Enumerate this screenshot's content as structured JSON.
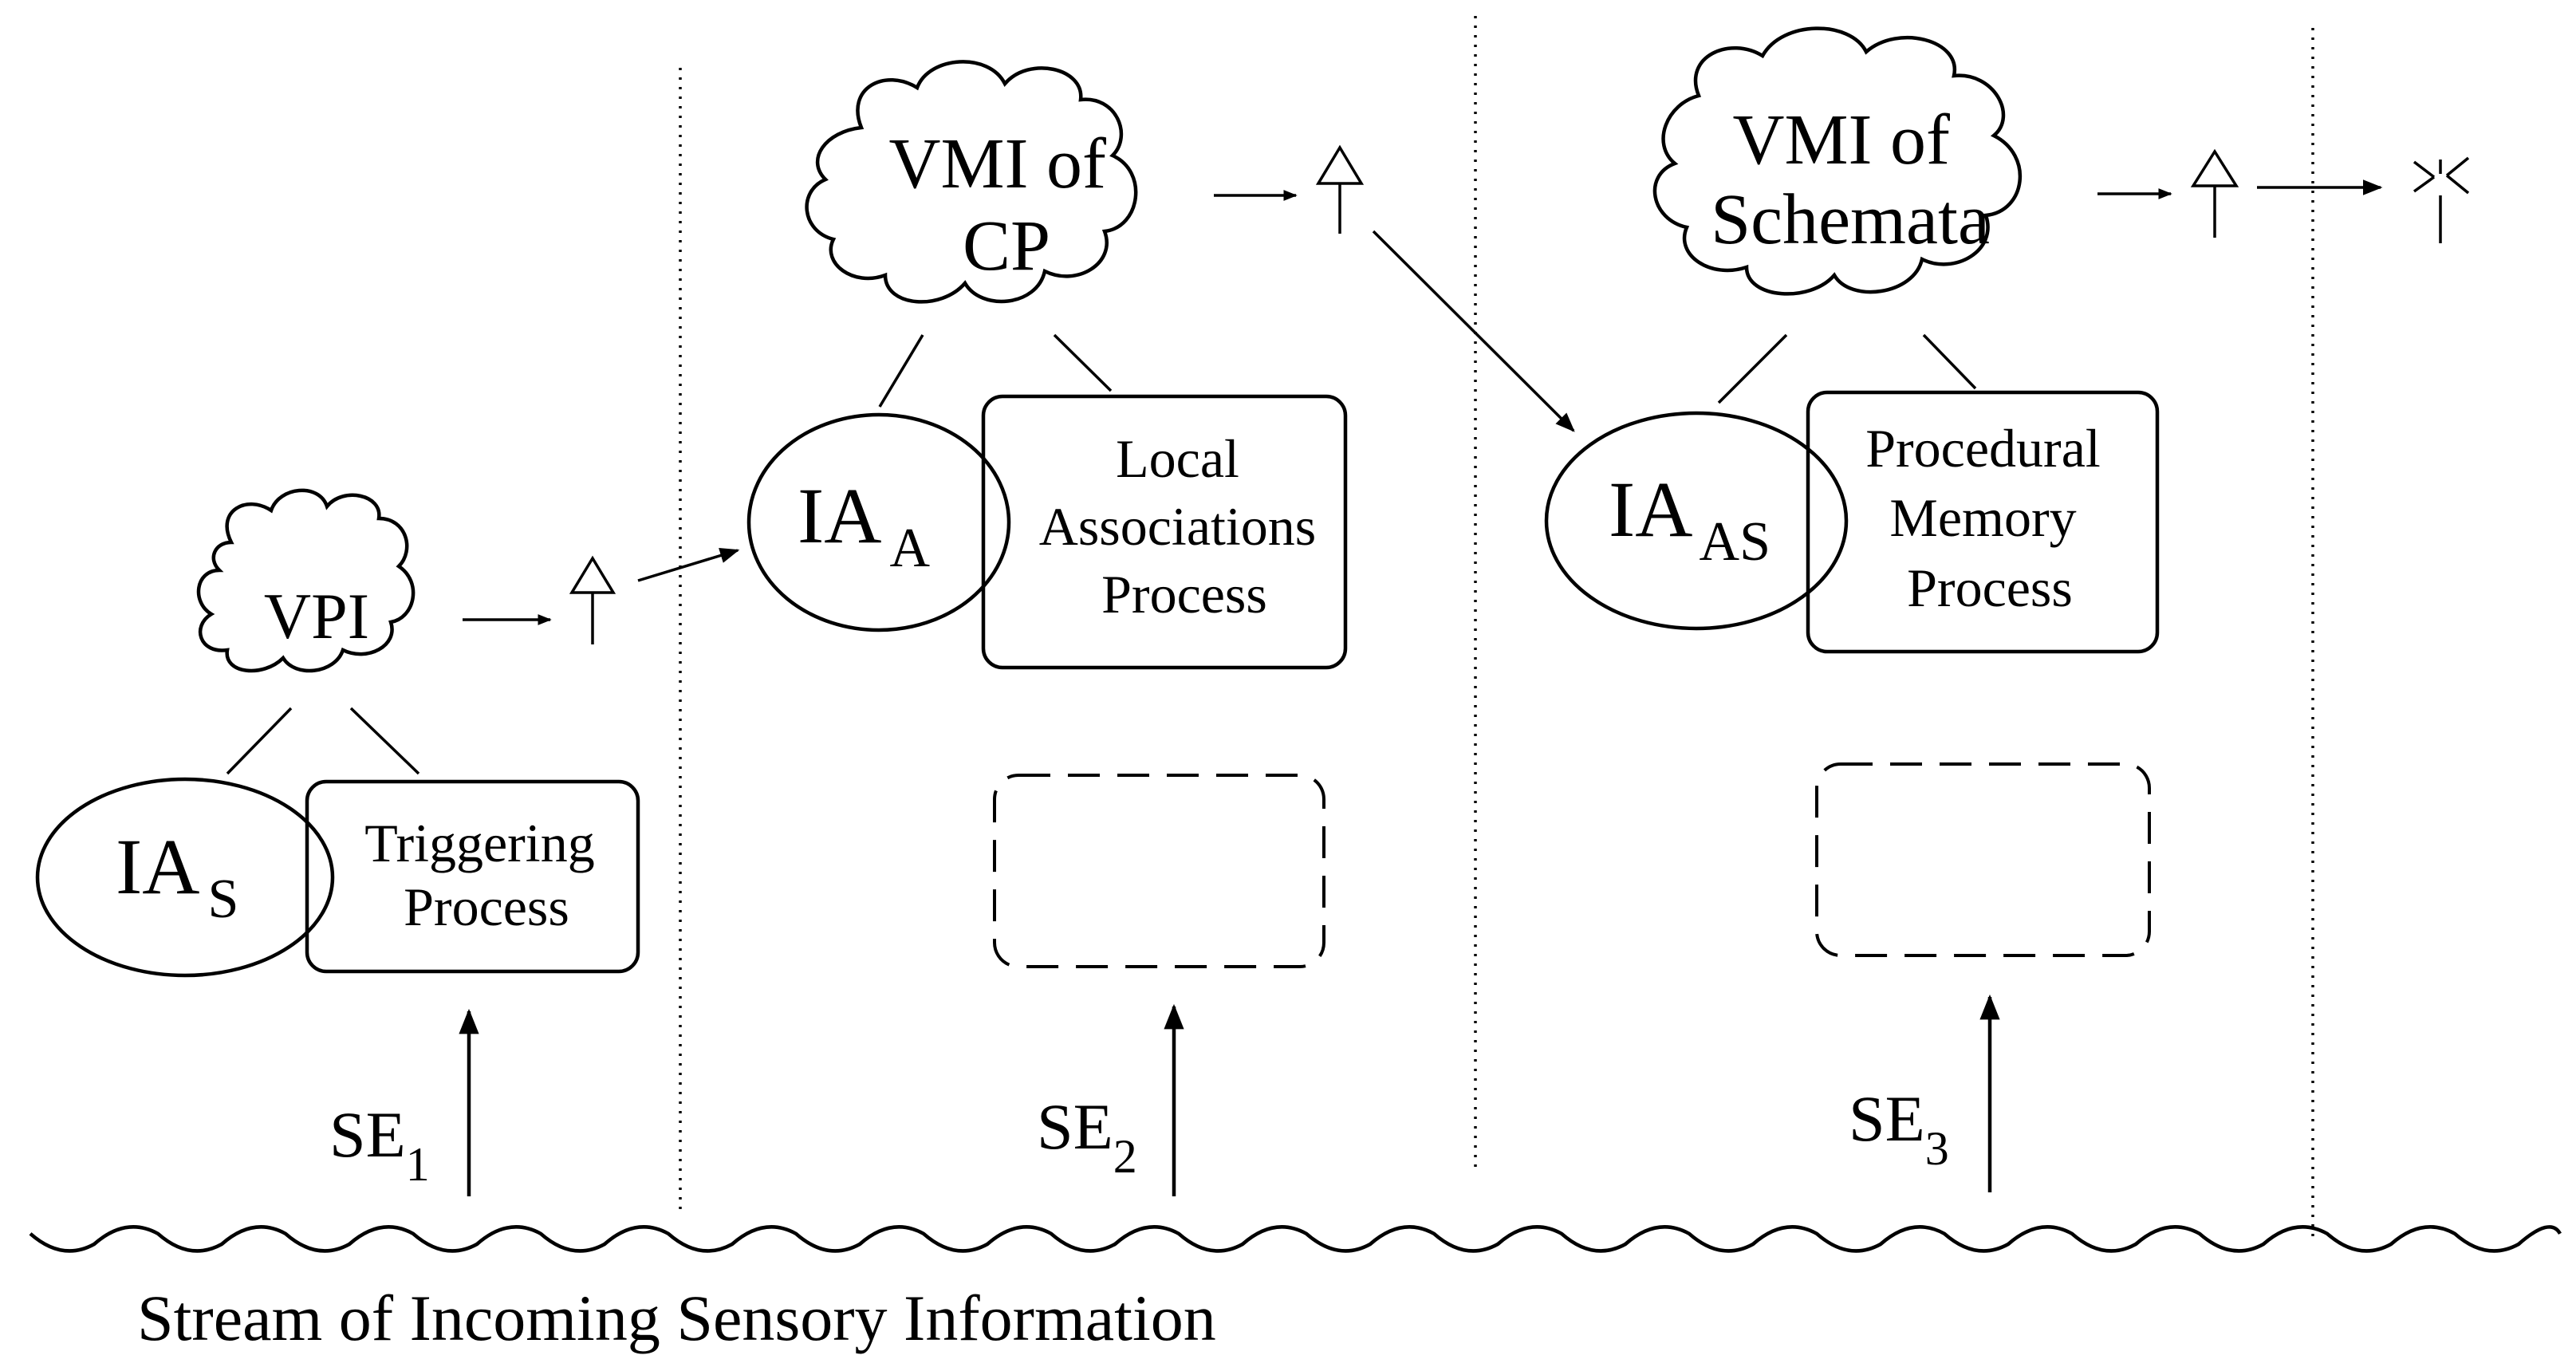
{
  "stage1": {
    "cloud": "VPI",
    "ia_main": "IA",
    "ia_sub": "S",
    "process": [
      "Triggering",
      "Process"
    ],
    "event_main": "SE",
    "event_sub": "1"
  },
  "stage2": {
    "cloud": [
      "VMI of",
      "CP"
    ],
    "ia_main": "IA",
    "ia_sub": "A",
    "process": [
      "Local",
      "Associations",
      "Process"
    ],
    "event_main": "SE",
    "event_sub": "2"
  },
  "stage3": {
    "cloud": [
      "VMI of",
      "Schemata"
    ],
    "ia_main": "IA",
    "ia_sub": "AS",
    "process": [
      "Procedural",
      "Memory",
      "Process"
    ],
    "event_main": "SE",
    "event_sub": "3"
  },
  "stream_label": "Stream of Incoming Sensory Information"
}
